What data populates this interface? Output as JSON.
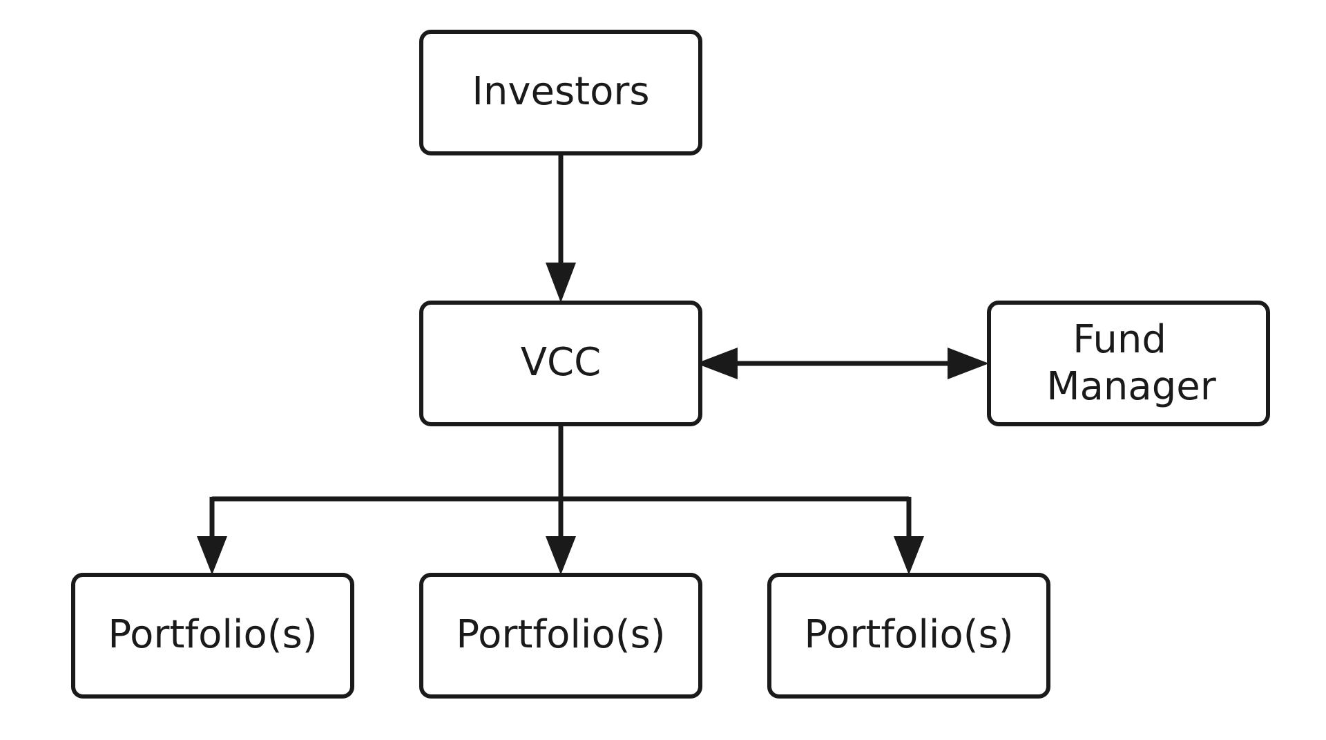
{
  "nodes": {
    "investors": {
      "label": "Investors"
    },
    "vcc": {
      "label": "VCC"
    },
    "fund_manager": {
      "label_lines": [
        "Fund",
        "Manager"
      ]
    },
    "portfolio_1": {
      "label": "Portfolio(s)"
    },
    "portfolio_2": {
      "label": "Portfolio(s)"
    },
    "portfolio_3": {
      "label": "Portfolio(s)"
    }
  },
  "edges": [
    {
      "from": "investors",
      "to": "vcc",
      "direction": "forward"
    },
    {
      "from": "vcc",
      "to": "fund_manager",
      "direction": "both"
    },
    {
      "from": "vcc",
      "to": "portfolio_1",
      "direction": "forward"
    },
    {
      "from": "vcc",
      "to": "portfolio_2",
      "direction": "forward"
    },
    {
      "from": "vcc",
      "to": "portfolio_3",
      "direction": "forward"
    }
  ],
  "colors": {
    "stroke": "#1a1a1a",
    "background": "#ffffff"
  }
}
